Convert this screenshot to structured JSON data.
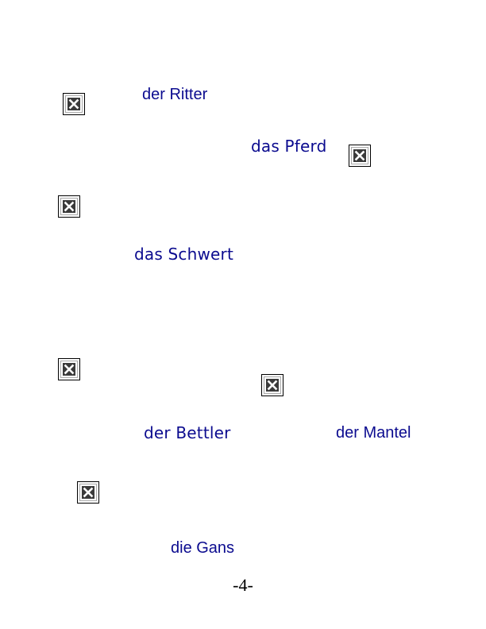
{
  "words": {
    "ritter": "der Ritter",
    "pferd": "das Pferd",
    "schwert": "das Schwert",
    "bettler": "der Bettler",
    "mantel": "der Mantel",
    "gans": "die Gans"
  },
  "images": {
    "icon": "broken-image-icon",
    "count": 6
  },
  "colors": {
    "text": "#0b0b8f",
    "page_number": "#000000"
  },
  "footer": {
    "page_number": "-4-"
  }
}
